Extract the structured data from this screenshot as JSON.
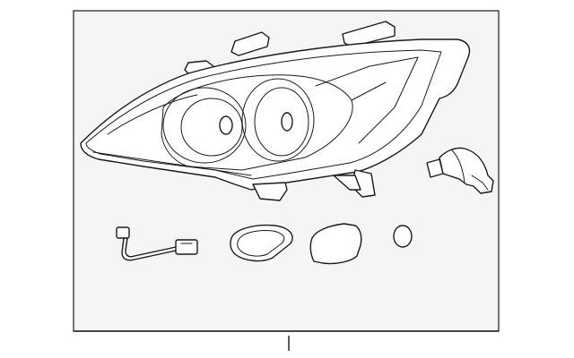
{
  "diagram": {
    "kind": "exploded parts diagram",
    "colors": {
      "line": "#1a1a1a",
      "panel": "#f5f5f5",
      "background": "#ffffff"
    },
    "parts": [
      {
        "name": "headlamp-assembly"
      },
      {
        "name": "bulb"
      },
      {
        "name": "wiring-harness"
      },
      {
        "name": "gasket"
      },
      {
        "name": "cover"
      },
      {
        "name": "o-ring"
      }
    ]
  }
}
